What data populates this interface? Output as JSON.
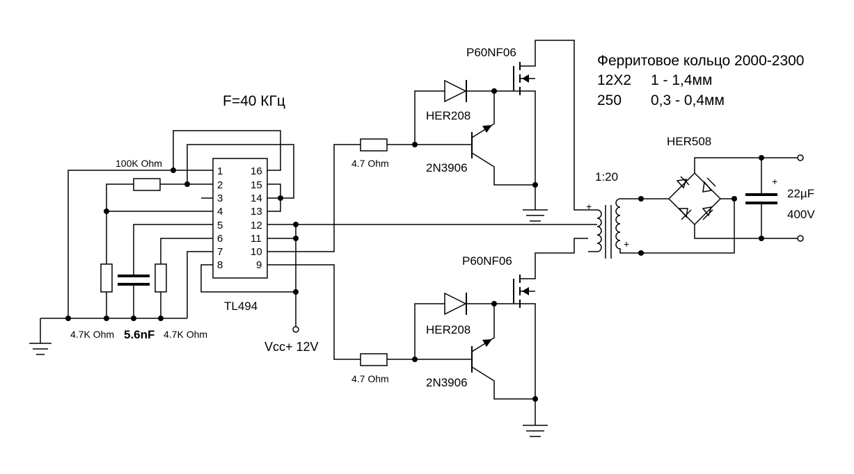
{
  "title": "F=40 КГц",
  "ic": {
    "name": "TL494",
    "pins_left": [
      "1",
      "2",
      "3",
      "4",
      "5",
      "6",
      "7",
      "8"
    ],
    "pins_right": [
      "16",
      "15",
      "14",
      "13",
      "12",
      "11",
      "10",
      "9"
    ]
  },
  "components": {
    "r_100k": "100K Ohm",
    "r_timing_left": "4.7K Ohm",
    "c_timing": "5.6nF",
    "r_timing_right": "4.7K Ohm",
    "vcc": "Vcc+ 12V",
    "r_gate_top": "4.7 Ohm",
    "r_gate_bottom": "4.7 Ohm",
    "mosfet_top": "P60NF06",
    "mosfet_bottom": "P60NF06",
    "diode_top": "HER208",
    "diode_bottom": "HER208",
    "pnp_top": "2N3906",
    "pnp_bottom": "2N3906",
    "transformer_ratio": "1:20",
    "polarity_mark": "+",
    "bridge": "HER508",
    "cap_value": "22µF",
    "cap_voltage": "400V"
  },
  "notes": {
    "core": "Ферритовое кольцо 2000-2300",
    "primary_turns": "12Х2",
    "primary_wire": "1 - 1,4мм",
    "secondary_turns": "250",
    "secondary_wire": "0,3 - 0,4мм"
  }
}
